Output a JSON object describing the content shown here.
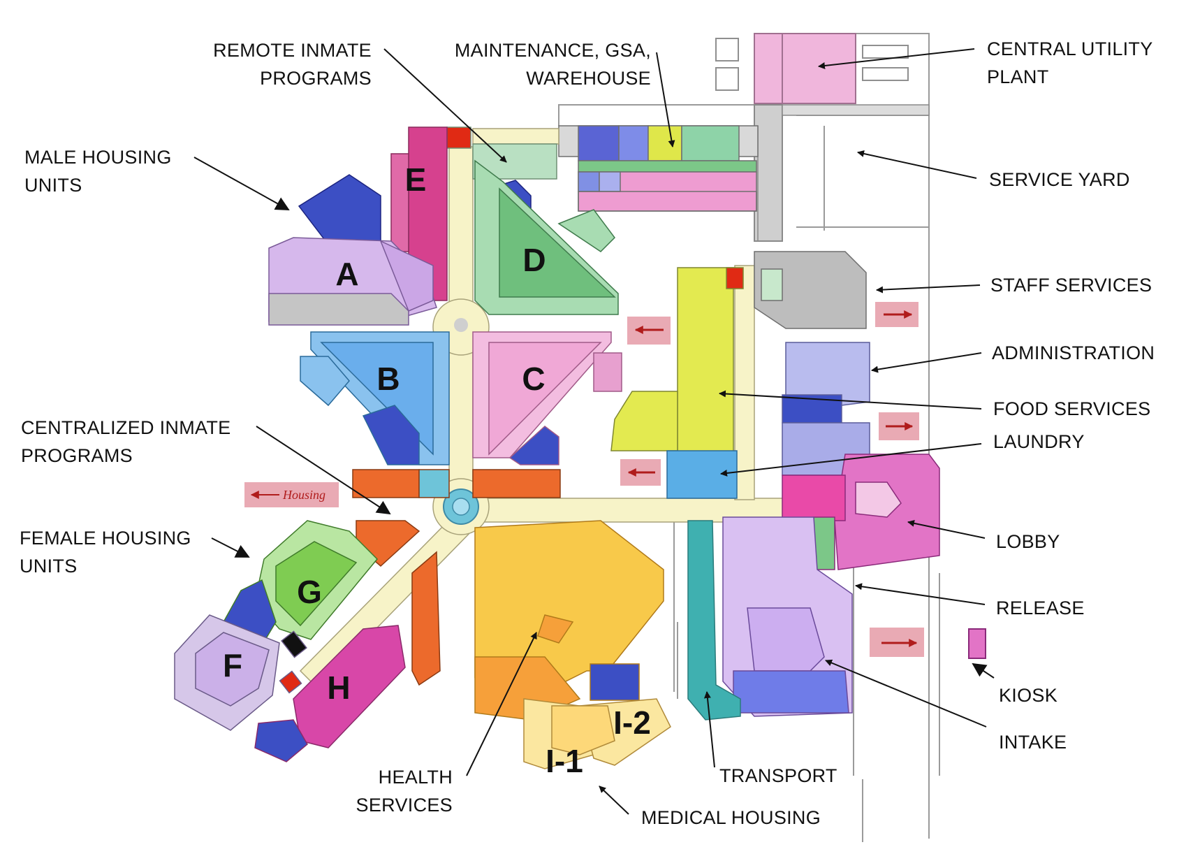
{
  "labels": {
    "remote_programs": [
      "REMOTE INMATE",
      "PROGRAMS"
    ],
    "maintenance": [
      "MAINTENANCE, GSA,",
      "WAREHOUSE"
    ],
    "central_utility": [
      "CENTRAL UTILITY",
      "PLANT"
    ],
    "male_housing": [
      "MALE HOUSING",
      "UNITS"
    ],
    "service_yard": "SERVICE YARD",
    "staff_services": "STAFF SERVICES",
    "administration": "ADMINISTRATION",
    "food_services": "FOOD SERVICES",
    "laundry": "LAUNDRY",
    "centralized_programs": [
      "CENTRALIZED INMATE",
      "PROGRAMS"
    ],
    "female_housing": [
      "FEMALE HOUSING",
      "UNITS"
    ],
    "lobby": "LOBBY",
    "release": "RELEASE",
    "kiosk": "KIOSK",
    "intake": "INTAKE",
    "health_services": [
      "HEALTH",
      "SERVICES"
    ],
    "transport": "TRANSPORT",
    "medical_housing": "MEDICAL HOUSING"
  },
  "unit_letters": {
    "a": "A",
    "b": "B",
    "c": "C",
    "d": "D",
    "e": "E",
    "f": "F",
    "g": "G",
    "h": "H",
    "i1": "I-1",
    "i2": "I-2"
  },
  "sticky_note": "Housing",
  "colors": {
    "corridor": "#f7f3c8",
    "male_blue": "#3c4fc4",
    "unit_a": "#d6b8ec",
    "unit_b": "#6aaeec",
    "unit_c": "#f0a8d6",
    "unit_d": "#7cc788",
    "unit_e": "#d6418e",
    "unit_g": "#7fcc52",
    "unit_h": "#d847a8",
    "programs_orange": "#ec6a2c",
    "health_yellow": "#f8c94a",
    "medical_housing": "#fbe7a0",
    "food_yellow": "#e3ea50",
    "laundry_blue": "#5aaee6",
    "admin_lavender": "#b9bcee",
    "staff_gray": "#bdbdbd",
    "lobby_pink": "#e274c6",
    "intake_lavender": "#ccaef0",
    "transport_teal": "#3fb0b0",
    "utility_pink": "#f0b6dc",
    "maintenance_multi": "#e48ec4",
    "red_marker": "#e02a14",
    "note_pink": "#e9aab4",
    "arrow_red": "#b01c1c"
  }
}
